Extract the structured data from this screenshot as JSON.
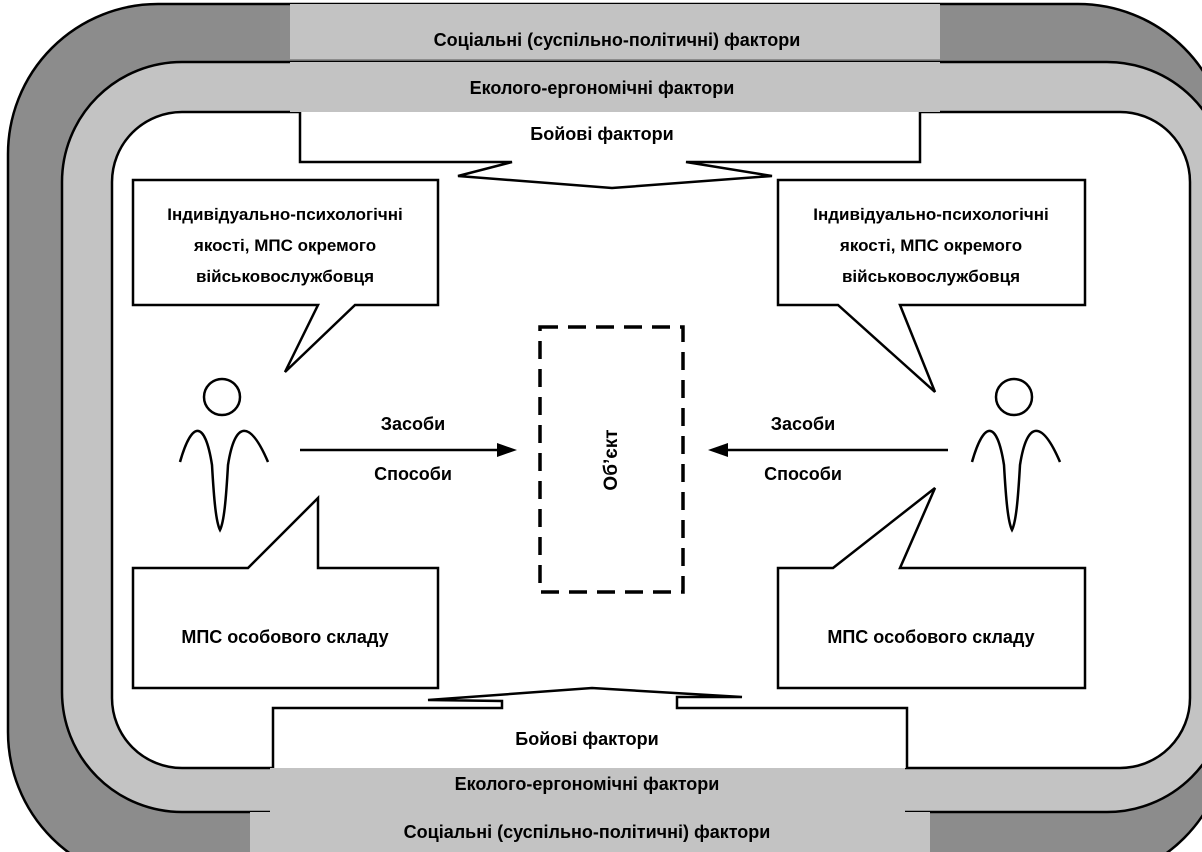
{
  "layers": {
    "social": "Соціальні (суспільно-політичні) фактори",
    "ecological": "Еколого-ергономічні фактори",
    "combat": "Бойові фактори"
  },
  "left": {
    "individual_lines": [
      "Індивідуально-психологічні",
      "якості, МПС окремого",
      "військовослужбовця"
    ],
    "personnel": "МПС особового складу",
    "means": "Засоби",
    "methods": "Способи"
  },
  "right": {
    "individual_lines": [
      "Індивідуально-психологічні",
      "якості, МПС окремого",
      "військовослужбовця"
    ],
    "personnel": "МПС особового складу",
    "means": "Засоби",
    "methods": "Способи"
  },
  "center": {
    "object": "Об’єкт"
  },
  "colors": {
    "outer_layer": "#8c8c8c",
    "middle_layer": "#c3c3c3",
    "inner_area": "#ffffff",
    "stroke": "#000000"
  }
}
